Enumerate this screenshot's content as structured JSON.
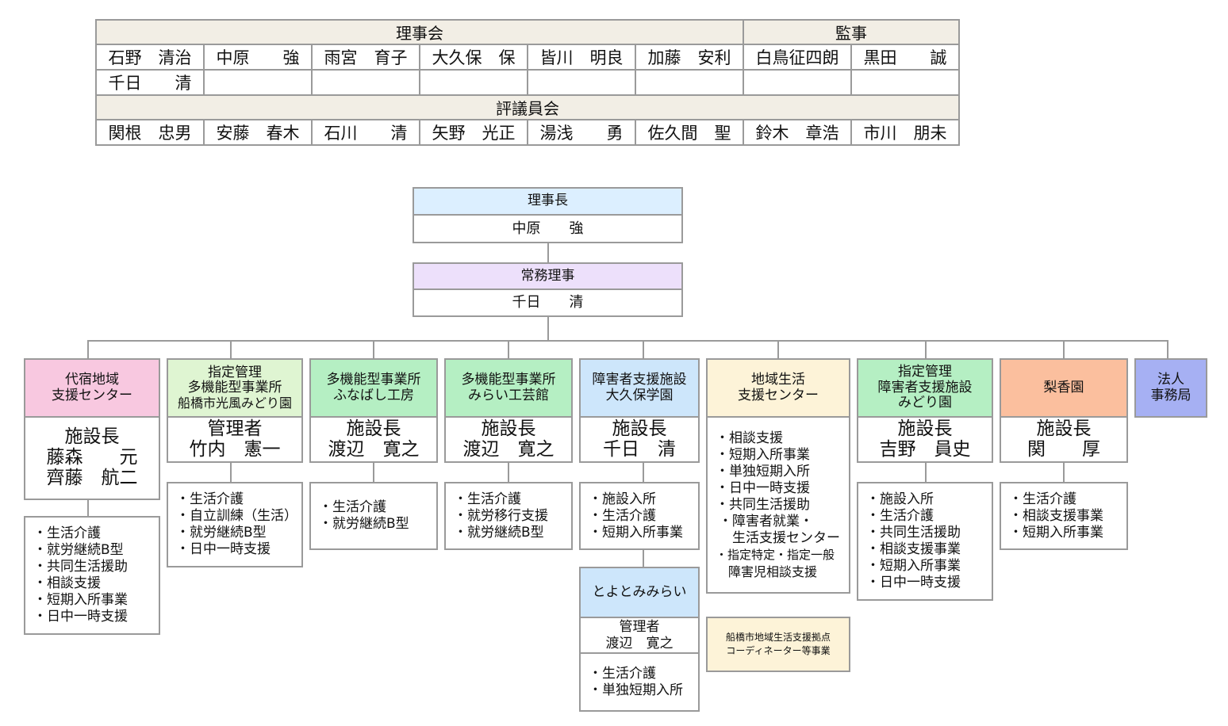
{
  "board": {
    "rijikai_label": "理事会",
    "kanji_label": "監事",
    "hyogiinkai_label": "評議員会",
    "rijikai_row1": [
      "石野　清治",
      "中原　　強",
      "雨宮　育子",
      "大久保　保",
      "皆川　明良",
      "加藤　安利"
    ],
    "kanji_members": [
      "白鳥征四朗",
      "黒田　　誠"
    ],
    "rijikai_row2": [
      "千日　　清"
    ],
    "hyogiin_members": [
      "関根　忠男",
      "安藤　春木",
      "石川　　清",
      "矢野　光正",
      "湯浅　　勇",
      "佐久間　聖",
      "鈴木　章浩",
      "市川　朋未"
    ]
  },
  "chairman": {
    "title": "理事長",
    "name": "中原　　強"
  },
  "managing_director": {
    "title": "常務理事",
    "name": "千日　　清"
  },
  "facilities": [
    {
      "header": [
        "代宿地域",
        "支援センター"
      ],
      "head_role": "施設長",
      "head_names": [
        "藤森　　元",
        "齊藤　航二"
      ],
      "services": [
        "・生活介護",
        "・就労継続B型",
        "・共同生活援助",
        "・相談支援",
        "・短期入所事業",
        "・日中一時支援"
      ],
      "color": "#f8c8e0"
    },
    {
      "header": [
        "指定管理",
        "多機能型事業所",
        "船橋市光風みどり園"
      ],
      "head_role": "管理者",
      "head_names": [
        "竹内　憲一"
      ],
      "services": [
        "・生活介護",
        "・自立訓練（生活）",
        "・就労継続B型",
        "・日中一時支援"
      ],
      "color": "#dff5d2"
    },
    {
      "header": [
        "多機能型事業所",
        "ふなばし工房"
      ],
      "head_role": "施設長",
      "head_names": [
        "渡辺　寛之"
      ],
      "services": [
        "・生活介護",
        "・就労継続B型"
      ],
      "color": "#b5efc3"
    },
    {
      "header": [
        "多機能型事業所",
        "みらい工芸館"
      ],
      "head_role": "施設長",
      "head_names": [
        "渡辺　寛之"
      ],
      "services": [
        "・生活介護",
        "・就労移行支援",
        "・就労継続B型"
      ],
      "color": "#b5efc3"
    },
    {
      "header": [
        "障害者支援施設",
        "大久保学園"
      ],
      "head_role": "施設長",
      "head_names": [
        "千日　清"
      ],
      "services": [
        "・施設入所",
        "・生活介護",
        "・短期入所事業"
      ],
      "color": "#cde6fb"
    },
    {
      "header": [
        "地域生活",
        "支援センター"
      ],
      "services": [
        "・相談支援",
        "・短期入所事業",
        "・単独短期入所",
        "・日中一時支援",
        "・共同生活援助"
      ],
      "services_extra": [
        "・障害者就業・",
        "　生活支援センター"
      ],
      "services_small": [
        "・指定特定・指定一般",
        "　障害児相談支援"
      ],
      "color": "#fdf3d8"
    },
    {
      "header": [
        "指定管理",
        "障害者支援施設",
        "みどり園"
      ],
      "head_role": "施設長",
      "head_names": [
        "吉野　員史"
      ],
      "services": [
        "・施設入所",
        "・生活介護",
        "・共同生活援助",
        "・相談支援事業",
        "・短期入所事業",
        "・日中一時支援"
      ],
      "color": "#b5efc3"
    },
    {
      "header": [
        "梨香園"
      ],
      "head_role": "施設長",
      "head_names": [
        "関　　厚"
      ],
      "services": [
        "・生活介護",
        "・相談支援事業",
        "・短期入所事業"
      ],
      "color": "#fbbf9e"
    },
    {
      "header": [
        "法人",
        "事務局"
      ],
      "color": "#a6b0f3"
    }
  ],
  "toyotomi": {
    "header": "とよとみみらい",
    "head_role": "管理者",
    "head_name": "渡辺　寛之",
    "services": [
      "・生活介護",
      "・単独短期入所"
    ],
    "color": "#cde6fb"
  },
  "coordinator": {
    "lines": [
      "船橋市地域生活支援拠点",
      "コーディネーター等事業"
    ],
    "color": "#fdf3d8"
  }
}
